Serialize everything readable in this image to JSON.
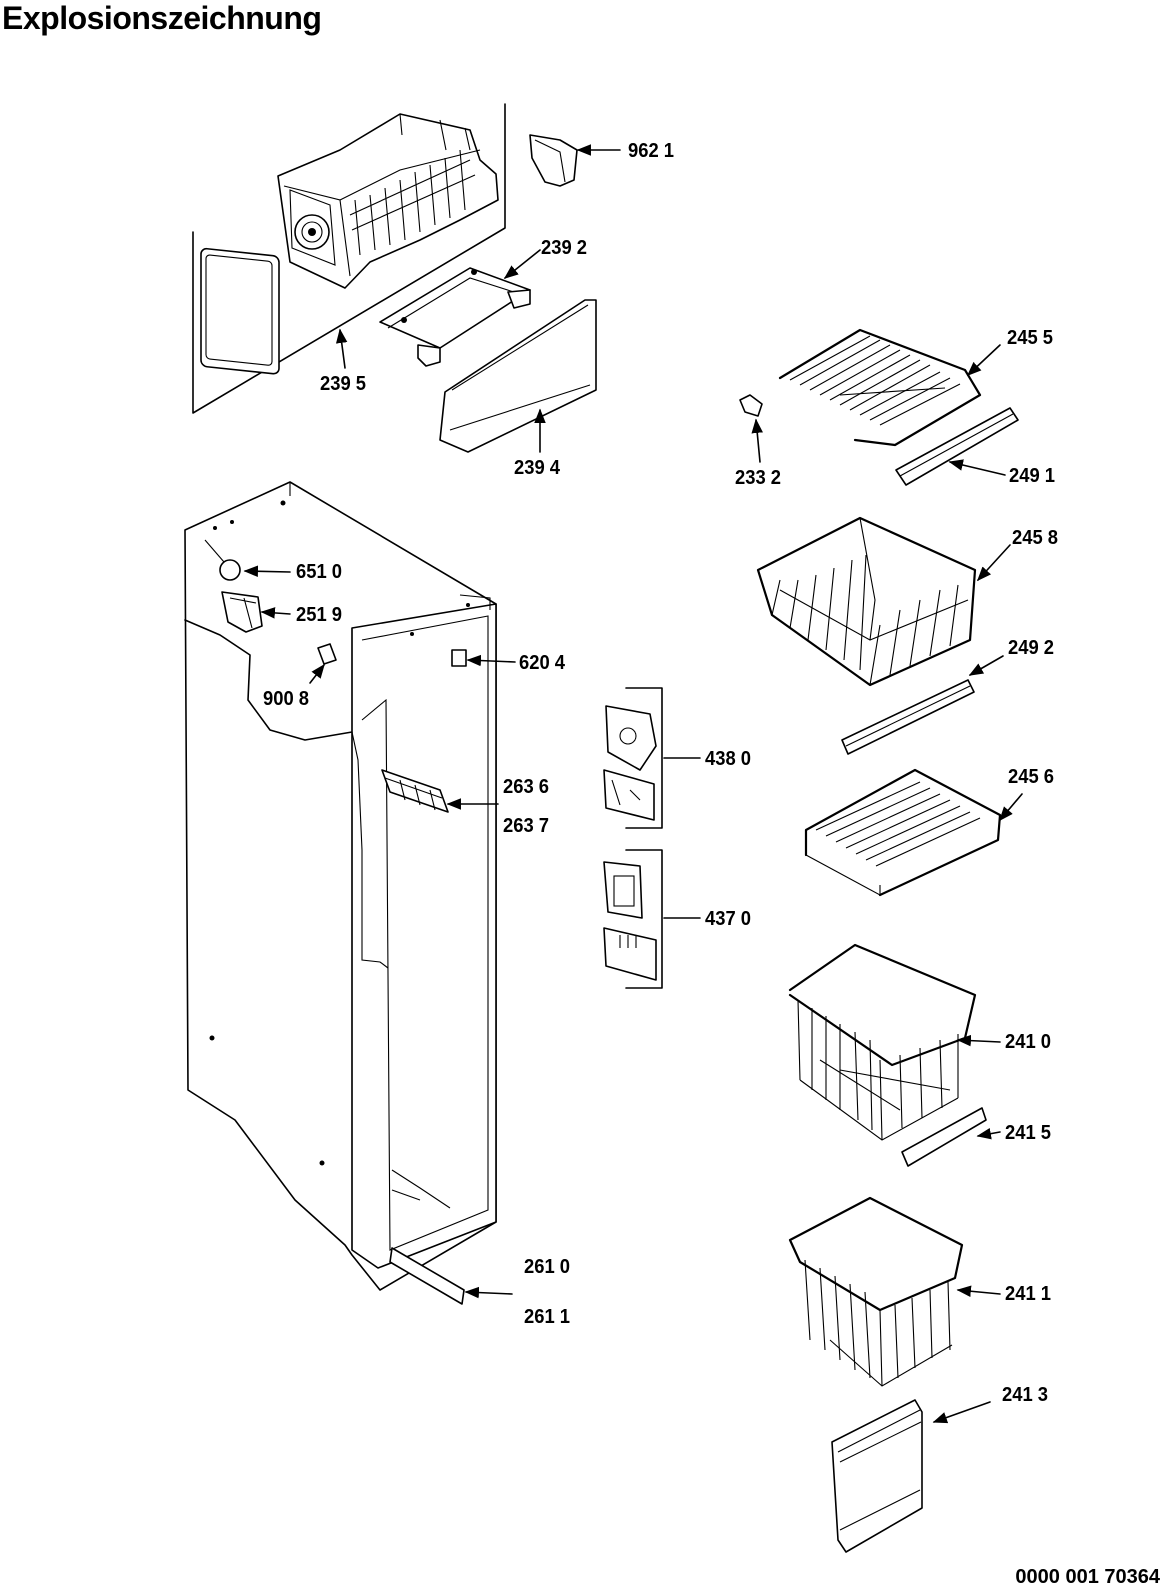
{
  "title": "Explosionszeichnung",
  "document_number": "0000 001 70364",
  "parts": {
    "p9621": "962 1",
    "p2392": "239 2",
    "p2395": "239 5",
    "p2394": "239 4",
    "p2455": "245 5",
    "p2332": "233 2",
    "p2491": "249 1",
    "p2458": "245 8",
    "p6510": "651 0",
    "p2519": "251 9",
    "p6204": "620 4",
    "p9008": "900 8",
    "p2492": "249 2",
    "p4380": "438 0",
    "p2636": "263 6",
    "p2637": "263 7",
    "p2456": "245 6",
    "p4370": "437 0",
    "p2410": "241 0",
    "p2415": "241 5",
    "p2610": "261 0",
    "p2611": "261 1",
    "p2411": "241 1",
    "p2413": "241 3"
  }
}
